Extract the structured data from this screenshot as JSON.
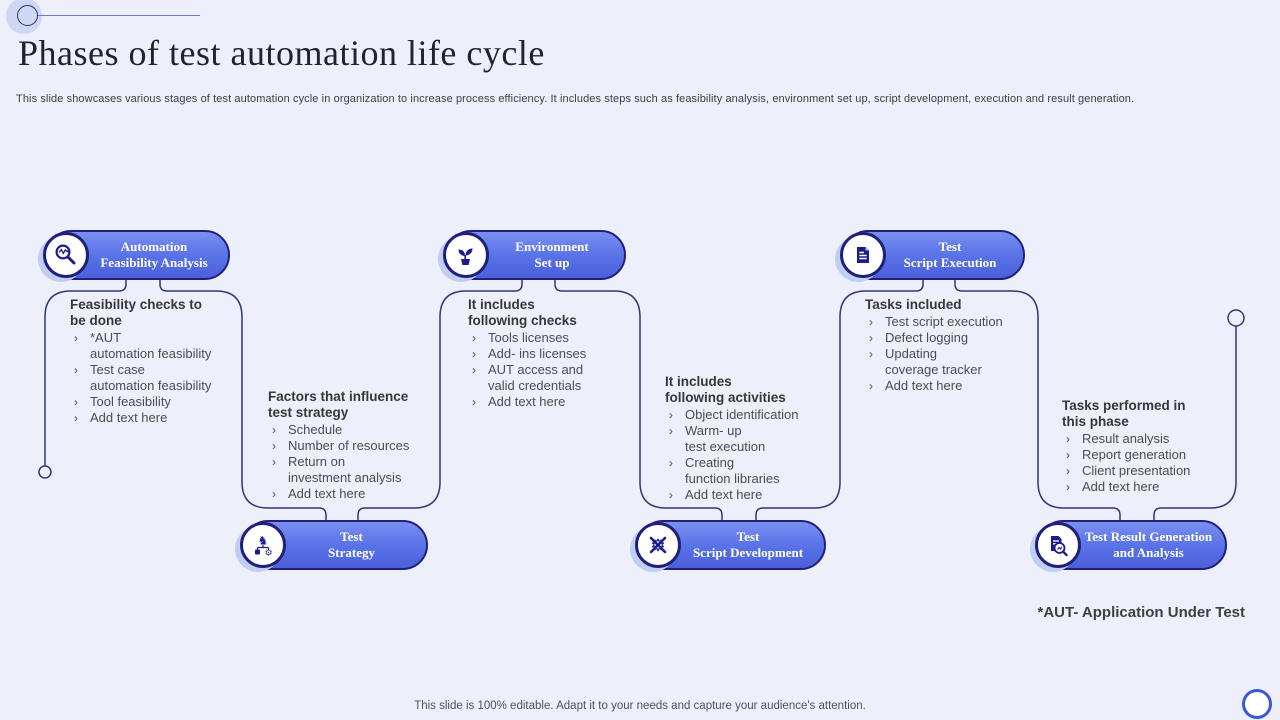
{
  "ui": {
    "bullet_char": "›"
  },
  "colors": {
    "background": "#edeffb",
    "pill_fill": "#5b74e8",
    "pill_border": "#20207a",
    "connector_line": "#32357a",
    "icon_navy": "#1c1c8c",
    "heading_text": "#373737",
    "body_text": "#4d4d4d"
  },
  "slide": {
    "title": "Phases of test automation life cycle",
    "subtitle": "This slide showcases various stages of test automation cycle in organization to increase process efficiency. It includes steps such as feasibility analysis, environment set up, script development, execution and result generation.",
    "footnote": "*AUT- Application Under Test",
    "footer": "This slide is 100% editable. Adapt it to your needs and capture your audience's attention."
  },
  "phases": [
    {
      "name": "automation-feasibility-analysis",
      "pill": [
        "Automation",
        "Feasibility Analysis"
      ],
      "heading": [
        "Feasibility checks to",
        "be done"
      ],
      "bullets": [
        [
          "*AUT",
          "automation feasibility"
        ],
        [
          "Test case",
          "automation feasibility"
        ],
        [
          "Tool feasibility"
        ],
        [
          "Add text here"
        ]
      ]
    },
    {
      "name": "test-strategy",
      "pill": [
        "Test",
        "Strategy"
      ],
      "heading": [
        "Factors that influence",
        "test strategy"
      ],
      "bullets": [
        [
          "Schedule"
        ],
        [
          "Number of resources"
        ],
        [
          "Return on",
          "investment analysis"
        ],
        [
          "Add text here"
        ]
      ]
    },
    {
      "name": "environment-set-up",
      "pill": [
        "Environment",
        "Set up"
      ],
      "heading": [
        "It includes",
        "following checks"
      ],
      "bullets": [
        [
          "Tools licenses"
        ],
        [
          "Add- ins licenses"
        ],
        [
          "AUT access and",
          "valid credentials"
        ],
        [
          "Add text here"
        ]
      ]
    },
    {
      "name": "test-script-development",
      "pill": [
        "Test",
        "Script Development"
      ],
      "heading": [
        "It includes",
        "following activities"
      ],
      "bullets": [
        [
          "Object identification"
        ],
        [
          "Warm- up",
          "test execution"
        ],
        [
          "Creating",
          "function libraries"
        ],
        [
          "Add text here"
        ]
      ]
    },
    {
      "name": "test-script-execution",
      "pill": [
        "Test",
        "Script Execution"
      ],
      "heading": [
        "Tasks included"
      ],
      "bullets": [
        [
          "Test script execution"
        ],
        [
          "Defect logging"
        ],
        [
          "Updating",
          "coverage tracker"
        ],
        [
          "Add text here"
        ]
      ]
    },
    {
      "name": "test-result-generation-and-analysis",
      "pill": [
        "Test Result Generation",
        "and Analysis"
      ],
      "heading": [
        "Tasks performed in",
        "this phase"
      ],
      "bullets": [
        [
          "Result analysis"
        ],
        [
          "Report generation"
        ],
        [
          "Client presentation"
        ],
        [
          "Add text here"
        ]
      ]
    }
  ]
}
